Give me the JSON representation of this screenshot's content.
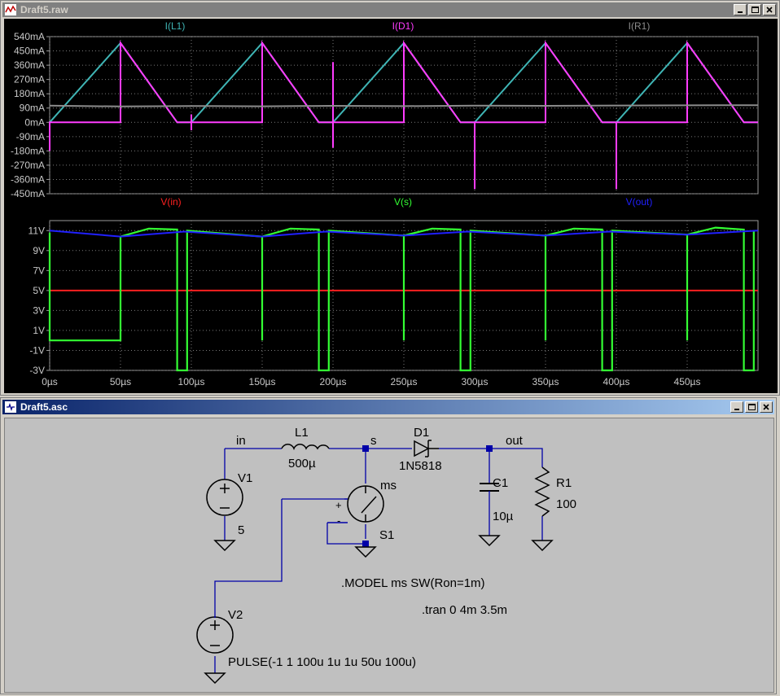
{
  "waveform_window": {
    "title": "Draft5.raw",
    "controls": {
      "minimize": "minimize",
      "maximize": "maximize",
      "close": "close"
    }
  },
  "schematic_window": {
    "title": "Draft5.asc",
    "controls": {
      "minimize": "minimize",
      "maximize": "maximize",
      "close": "close"
    }
  },
  "colors": {
    "L1": "#3fb5b5",
    "D1": "#ff3cff",
    "R1": "#8c8c8c",
    "in": "#ff2020",
    "s": "#33ff33",
    "out": "#2020ff",
    "wire": "#0000a8",
    "plot_bg": "#000000",
    "schematic_bg": "#c0c0c0"
  },
  "chart_data": [
    {
      "type": "line",
      "xlabel": "",
      "ylabel": "",
      "xlim_us": [
        0,
        500
      ],
      "ylim": [
        -450,
        540
      ],
      "grid": true,
      "x_ticks": [
        "0µs",
        "50µs",
        "100µs",
        "150µs",
        "200µs",
        "250µs",
        "300µs",
        "350µs",
        "400µs",
        "450µs"
      ],
      "y_ticks": [
        "540mA",
        "450mA",
        "360mA",
        "270mA",
        "180mA",
        "90mA",
        "0mA",
        "-90mA",
        "-180mA",
        "-270mA",
        "-360mA",
        "-450mA"
      ],
      "y_tick_values": [
        540,
        450,
        360,
        270,
        180,
        90,
        0,
        -90,
        -180,
        -270,
        -360,
        -450
      ],
      "series": [
        {
          "name": "I(L1)",
          "color_key": "L1",
          "points": [
            [
              0,
              0
            ],
            [
              50,
              500
            ],
            [
              90,
              0
            ],
            [
              100,
              0
            ],
            [
              150,
              500
            ],
            [
              190,
              0
            ],
            [
              200,
              0
            ],
            [
              250,
              500
            ],
            [
              290,
              0
            ],
            [
              300,
              0
            ],
            [
              350,
              500
            ],
            [
              390,
              0
            ],
            [
              400,
              0
            ],
            [
              450,
              500
            ],
            [
              490,
              0
            ],
            [
              500,
              0
            ]
          ]
        },
        {
          "name": "I(D1)",
          "color_key": "D1",
          "points": [
            [
              0,
              0
            ],
            [
              0,
              -180
            ],
            [
              0,
              0
            ],
            [
              50,
              0
            ],
            [
              50,
              500
            ],
            [
              90,
              0
            ],
            [
              100,
              0
            ],
            [
              100,
              50
            ],
            [
              100,
              -50
            ],
            [
              100,
              0
            ],
            [
              150,
              0
            ],
            [
              150,
              500
            ],
            [
              190,
              0
            ],
            [
              200,
              0
            ],
            [
              200,
              380
            ],
            [
              200,
              -160
            ],
            [
              200,
              0
            ],
            [
              250,
              0
            ],
            [
              250,
              500
            ],
            [
              290,
              0
            ],
            [
              300,
              0
            ],
            [
              300,
              -420
            ],
            [
              300,
              0
            ],
            [
              350,
              0
            ],
            [
              350,
              500
            ],
            [
              390,
              0
            ],
            [
              400,
              0
            ],
            [
              400,
              -420
            ],
            [
              400,
              0
            ],
            [
              450,
              0
            ],
            [
              450,
              500
            ],
            [
              490,
              0
            ],
            [
              500,
              0
            ]
          ]
        },
        {
          "name": "I(R1)",
          "color_key": "R1",
          "points": [
            [
              0,
              105
            ],
            [
              50,
              100
            ],
            [
              100,
              103
            ],
            [
              150,
              101
            ],
            [
              200,
              104
            ],
            [
              250,
              102
            ],
            [
              300,
              105
            ],
            [
              350,
              104
            ],
            [
              400,
              106
            ],
            [
              450,
              107
            ],
            [
              500,
              108
            ]
          ]
        }
      ]
    },
    {
      "type": "line",
      "xlabel": "",
      "ylabel": "",
      "xlim_us": [
        0,
        500
      ],
      "ylim": [
        -3,
        12
      ],
      "grid": true,
      "x_ticks": [
        "0µs",
        "50µs",
        "100µs",
        "150µs",
        "200µs",
        "250µs",
        "300µs",
        "350µs",
        "400µs",
        "450µs"
      ],
      "y_ticks": [
        "11V",
        "9V",
        "7V",
        "5V",
        "3V",
        "1V",
        "-1V",
        "-3V"
      ],
      "y_tick_values": [
        11,
        9,
        7,
        5,
        3,
        1,
        -1,
        -3
      ],
      "series": [
        {
          "name": "V(in)",
          "color_key": "in",
          "points": [
            [
              0,
              5
            ],
            [
              500,
              5
            ]
          ]
        },
        {
          "name": "V(s)",
          "color_key": "s",
          "points": [
            [
              0,
              10.8
            ],
            [
              0,
              0
            ],
            [
              50,
              0
            ],
            [
              50,
              10.4
            ],
            [
              70,
              11.2
            ],
            [
              90,
              11.1
            ],
            [
              90,
              -3
            ],
            [
              97,
              -3
            ],
            [
              97,
              11
            ],
            [
              150,
              10.4
            ],
            [
              150,
              0
            ],
            [
              150,
              10.4
            ],
            [
              170,
              11.2
            ],
            [
              190,
              11.1
            ],
            [
              190,
              -3
            ],
            [
              197,
              -3
            ],
            [
              197,
              11
            ],
            [
              250,
              10.5
            ],
            [
              250,
              0
            ],
            [
              250,
              10.5
            ],
            [
              270,
              11.2
            ],
            [
              290,
              11.1
            ],
            [
              290,
              -3
            ],
            [
              297,
              -3
            ],
            [
              297,
              11
            ],
            [
              350,
              10.5
            ],
            [
              350,
              0
            ],
            [
              350,
              10.5
            ],
            [
              370,
              11.2
            ],
            [
              390,
              11.1
            ],
            [
              390,
              -3
            ],
            [
              397,
              -3
            ],
            [
              397,
              11
            ],
            [
              450,
              10.6
            ],
            [
              450,
              0
            ],
            [
              450,
              10.6
            ],
            [
              470,
              11.3
            ],
            [
              490,
              11.1
            ],
            [
              490,
              -3
            ],
            [
              497,
              -3
            ],
            [
              497,
              11
            ]
          ]
        },
        {
          "name": "V(out)",
          "color_key": "out",
          "points": [
            [
              0,
              11
            ],
            [
              50,
              10.4
            ],
            [
              95,
              10.9
            ],
            [
              150,
              10.4
            ],
            [
              195,
              10.9
            ],
            [
              250,
              10.5
            ],
            [
              295,
              10.9
            ],
            [
              350,
              10.5
            ],
            [
              395,
              10.9
            ],
            [
              450,
              10.6
            ],
            [
              500,
              11
            ]
          ]
        }
      ]
    }
  ],
  "schematic": {
    "net_in": "in",
    "net_s": "s",
    "net_out": "out",
    "net_ms": "ms",
    "L1": {
      "name": "L1",
      "value": "500µ"
    },
    "D1": {
      "name": "D1",
      "value": "1N5818"
    },
    "C1": {
      "name": "C1",
      "value": "10µ"
    },
    "R1": {
      "name": "R1",
      "value": "100"
    },
    "V1": {
      "name": "V1",
      "value": "5"
    },
    "V2": {
      "name": "V2",
      "value": "PULSE(-1 1 100u 1u 1u 50u 100u)"
    },
    "S1": {
      "name": "S1"
    },
    "plus_sign": "+",
    "minus_sign": "-",
    "model_directive": ".MODEL ms SW(Ron=1m)",
    "tran_directive": ".tran 0 4m 3.5m"
  }
}
